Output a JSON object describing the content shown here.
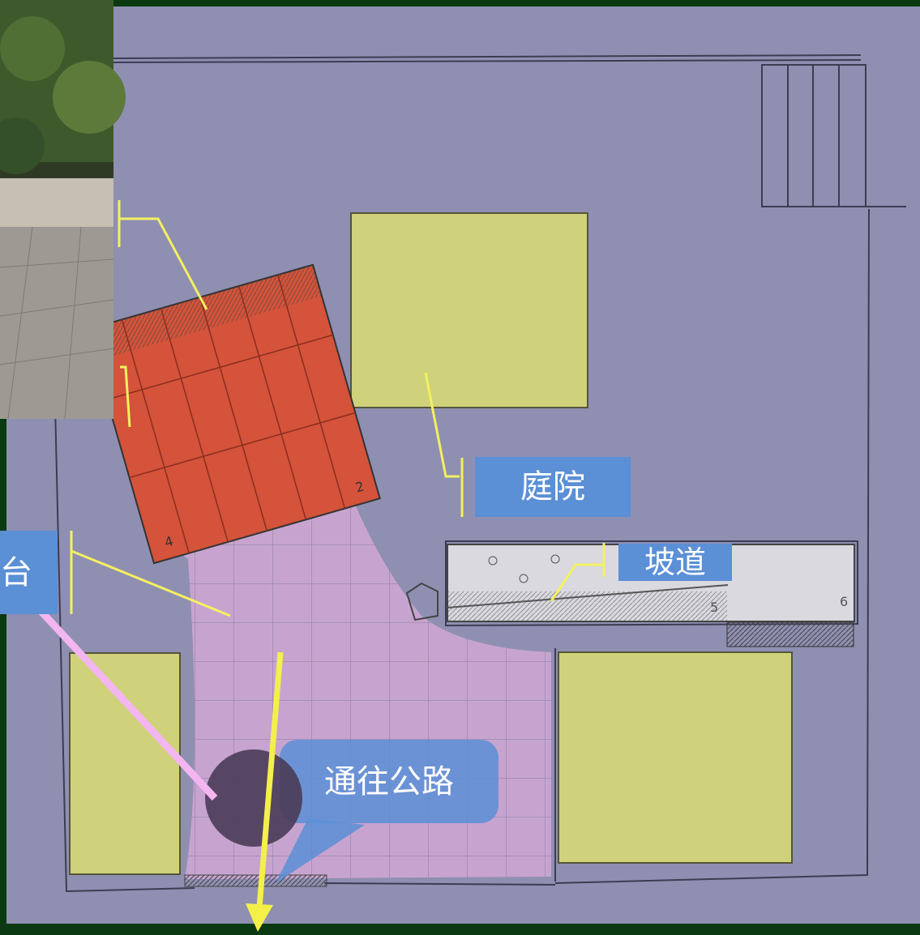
{
  "labels": {
    "courtyard": "庭院",
    "ramp": "坡道",
    "to_road": "通往公路",
    "terrace_partial": "台"
  },
  "plan_numbers": {
    "n2": "2",
    "n4": "4",
    "n5": "5",
    "n6": "6"
  },
  "colors": {
    "background": "#0b3a12",
    "paper": "#8f8fb2",
    "highlight_yellow": "#cfd27a",
    "room_red": "#d4533a",
    "path_pink": "#c7a4cf",
    "callout_blue": "#5b8fd6",
    "leader_yellow": "#f4f060",
    "arrow_yellow": "#f3f04a"
  },
  "photo": {
    "description_icon": "photo-inset"
  }
}
